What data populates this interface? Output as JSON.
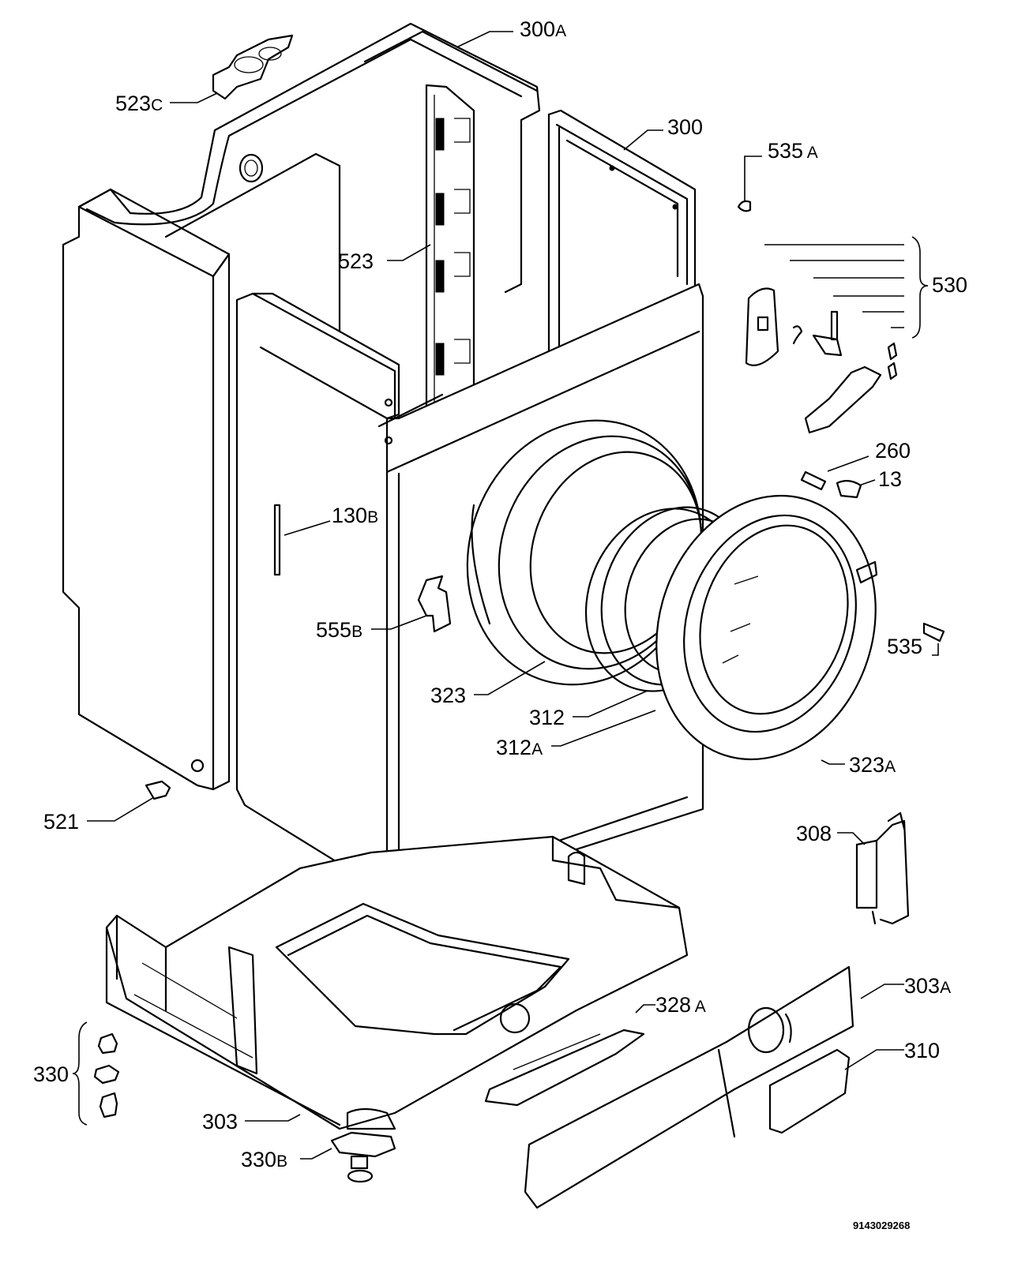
{
  "document_number": "9143029268",
  "callouts": [
    {
      "id": "300A",
      "num": "300",
      "suffix": "A"
    },
    {
      "id": "523C",
      "num": "523",
      "suffix": "C"
    },
    {
      "id": "300",
      "num": "300",
      "suffix": ""
    },
    {
      "id": "535A",
      "num": "535",
      "suffix": " A"
    },
    {
      "id": "523",
      "num": "523",
      "suffix": ""
    },
    {
      "id": "530",
      "num": "530",
      "suffix": ""
    },
    {
      "id": "260",
      "num": "260",
      "suffix": ""
    },
    {
      "id": "13",
      "num": "13",
      "suffix": ""
    },
    {
      "id": "130B",
      "num": "130",
      "suffix": "B"
    },
    {
      "id": "555B",
      "num": "555",
      "suffix": "B"
    },
    {
      "id": "535",
      "num": "535",
      "suffix": ""
    },
    {
      "id": "323",
      "num": "323",
      "suffix": ""
    },
    {
      "id": "312",
      "num": "312",
      "suffix": ""
    },
    {
      "id": "312A",
      "num": "312",
      "suffix": "A"
    },
    {
      "id": "323A",
      "num": "323",
      "suffix": "A"
    },
    {
      "id": "521",
      "num": "521",
      "suffix": ""
    },
    {
      "id": "308",
      "num": "308",
      "suffix": ""
    },
    {
      "id": "303A",
      "num": "303",
      "suffix": "A"
    },
    {
      "id": "328A",
      "num": "328",
      "suffix": " A"
    },
    {
      "id": "310",
      "num": "310",
      "suffix": ""
    },
    {
      "id": "330",
      "num": "330",
      "suffix": ""
    },
    {
      "id": "303",
      "num": "303",
      "suffix": ""
    },
    {
      "id": "330B",
      "num": "330",
      "suffix": "B"
    }
  ]
}
